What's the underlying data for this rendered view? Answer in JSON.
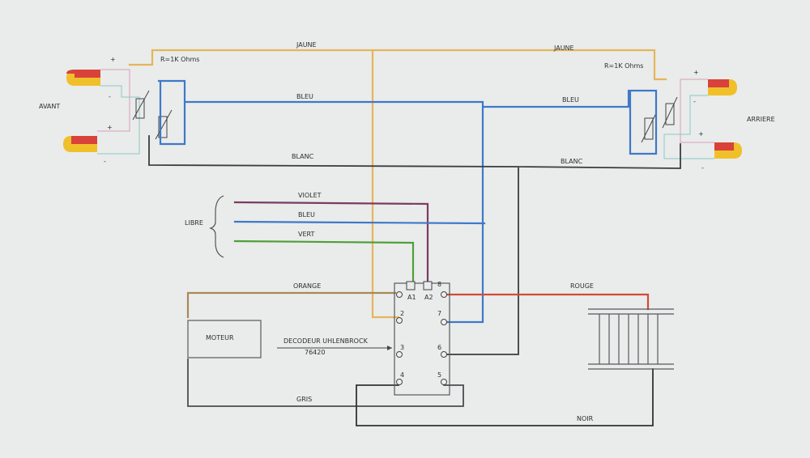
{
  "labels": {
    "jaune_left": "JAUNE",
    "jaune_right": "JAUNE",
    "bleu_left": "BLEU",
    "bleu_right": "BLEU",
    "blanc_left": "BLANC",
    "blanc_right": "BLANC",
    "violet": "VIOLET",
    "bleu_libre": "BLEU",
    "vert": "VERT",
    "libre": "LIBRE",
    "orange": "ORANGE",
    "rouge": "ROUGE",
    "gris": "GRIS",
    "noir": "NOIR",
    "avant": "AVANT",
    "arriere": "ARRIERE",
    "resistor_left": "R=1K Ohms",
    "resistor_right": "R=1K Ohms",
    "moteur": "MOTEUR",
    "decoder_name": "DECODEUR UHLENBROCK",
    "decoder_ref": "76420",
    "pin_a1": "A1",
    "pin_a2": "A2",
    "plus": "+",
    "minus": "-",
    "pins": [
      "8",
      "2",
      "7",
      "3",
      "6",
      "4",
      "5"
    ]
  },
  "colors": {
    "jaune": "#e6b55a",
    "bleu": "#3f78c9",
    "blanc": "#3a3d40",
    "violet": "#7d3a63",
    "vert": "#4f9f3a",
    "orange": "#a9885a",
    "rouge": "#d24a3a",
    "gris": "#4a4d50",
    "noir": "#303336",
    "pink": "#d99bbd",
    "cyan": "#8cc8c5"
  }
}
